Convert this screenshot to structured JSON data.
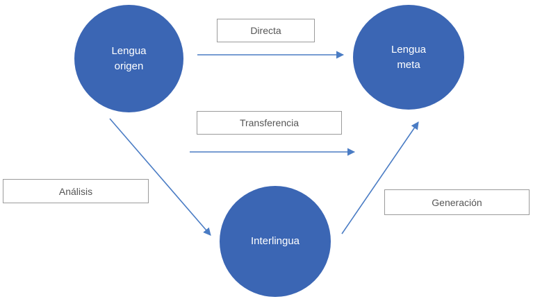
{
  "nodes": {
    "source": {
      "line1": "Lengua",
      "line2": "origen"
    },
    "target": {
      "line1": "Lengua",
      "line2": "meta"
    },
    "interlingua": {
      "label": "Interlingua"
    }
  },
  "labels": {
    "direct": "Directa",
    "transfer": "Transferencia",
    "analysis": "Análisis",
    "generation": "Generación"
  },
  "colors": {
    "node_fill": "#3b66b4",
    "arrow": "#4a7cc4",
    "label_border": "#9a9a9a",
    "label_text": "#555555"
  }
}
